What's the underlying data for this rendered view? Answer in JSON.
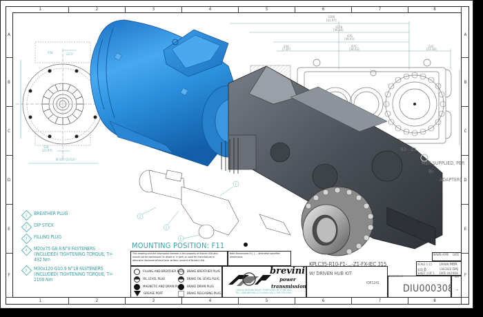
{
  "drawing": {
    "type": "gearbox assembly drawing",
    "zone_columns": [
      "1",
      "2",
      "3",
      "4",
      "5",
      "6",
      "7",
      "8"
    ],
    "zone_rows": [
      "A",
      "B",
      "C",
      "D",
      "E",
      "F"
    ],
    "colors": {
      "teal_annotation": "#3aa0a8",
      "motor_blue": "#2a8fdc",
      "gearbox_gray": "#555a63",
      "frame_black": "#222222"
    }
  },
  "notes": [
    {
      "num": "1",
      "text": "BREATHER PLUG"
    },
    {
      "num": "2",
      "text": "DIP STICK"
    },
    {
      "num": "3",
      "text": "FILLING PLUG"
    },
    {
      "num": "4",
      "text": "M20x75 G8.8 N°8 FASTENERS (INCLUDED) TIGHTENING TORQUE, T= 492 Nm"
    },
    {
      "num": "5",
      "text": "M30x120 G10.9 N°18 FASTENERS (INCLUDED) TIGHTENING TORQUE, T= 2100 Nm"
    }
  ],
  "mounting": {
    "title": "MOUNTING POSITION: F11",
    "title2": "MOUNT"
  },
  "disclaimer": "This drawing and the information thereon is the property of Brevini USA and should not be reproduced (in whole or in part) or used for manufacture or otherwise disclosed without prior written consent of Brevini USA.",
  "dim_note": "Note Dimensions in [ ] ... otherwise specified dimensions",
  "legend": [
    {
      "symbol": "circle-open",
      "label": "FILLING AND BREATHER PLUG"
    },
    {
      "symbol": "circle-half",
      "label": "OIL LEVEL PLUG"
    },
    {
      "symbol": "circle-filled",
      "label": "MAGNETIC AND DRAIN PLUG"
    },
    {
      "symbol": "triangle-down",
      "label": "GREASE PORT"
    },
    {
      "symbol": "circle-open",
      "label": "BRAKE BREATHER PLUG"
    },
    {
      "symbol": "circle-half",
      "label": "BRAKE OIL LEVEL PLUG"
    },
    {
      "symbol": "circle-filled",
      "label": "BRAKE DRAIN PLUG"
    },
    {
      "symbol": "square-open",
      "label": "BRAKE RELEASING PLUG"
    }
  ],
  "company": {
    "name": "brevini",
    "line2": "power",
    "line3": "transmission",
    "address": "1400 W. BREVINI DRIVE, YORKTOWN, IN 47396 USA",
    "phone": "TEL 1-888-BREVINI (273-8464) FAX 1-765-759-2001"
  },
  "part": {
    "number": "KPLC35-R10-F1-...-Z1-FX-IEC 315",
    "description": "W/ DRIVEN HUB KIT",
    "idp": "IDP1241"
  },
  "title_block": {
    "drawn_label": "DRAWN",
    "appr_label": "APPR",
    "date_label": "DATE",
    "drawn_val": "----",
    "appr_val": "----",
    "date_val": "00/00/00",
    "scale_label": "SCALE",
    "scale": "1:15",
    "size_label": "SIZE",
    "size": "B",
    "sheet": "SHEET 1 OF 1",
    "drawn_by_label": "DRAWN",
    "drawn_by": "MBR",
    "checked_label": "CHECKED",
    "checked_by": "DAJ",
    "date2_label": "DATE",
    "date2": "04/29/08",
    "drawing_no_label": "DRAWING NO",
    "drawing_no": "DIU000308",
    "rev_label": "REV",
    "rev": "–"
  },
  "side_notes": {
    "line1": "E1-.-Z1",
    "line2": "MER SUPPLIED, PER",
    "line3": "B)",
    "line4": "ADAPTER)"
  },
  "dimensions": {
    "top": [
      "1066 [41.97]",
      "1176 [46.30]",
      "976 [38.43]",
      "976 [38.43]",
      "200 [7.87]",
      "545 [21.46]"
    ],
    "left": [
      "558 [21.97]",
      "Ø 600 [23.62]",
      "22.5°"
    ]
  }
}
